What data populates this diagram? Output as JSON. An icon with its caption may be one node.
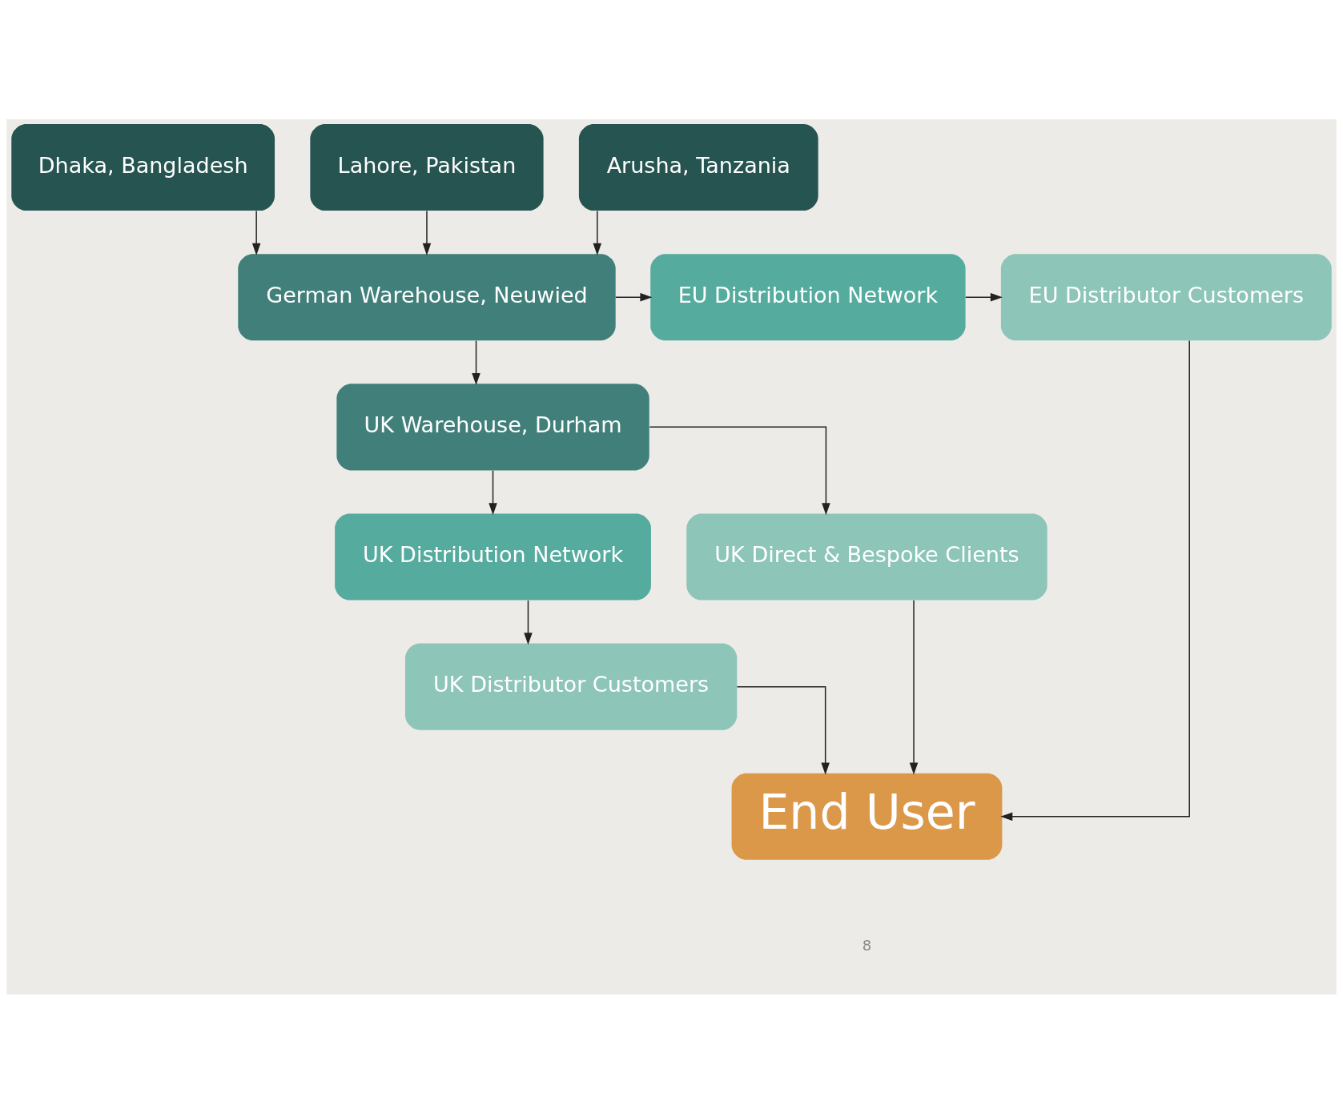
{
  "diagram": {
    "nodes": [
      {
        "text": [
          "Dhaka, Bangladesh"
        ]
      },
      {
        "text": [
          "Lahore, Pakistan"
        ]
      },
      {
        "text": [
          "Arusha, Tanzania"
        ]
      },
      {
        "text": [
          "German Warehouse, Neuwied"
        ]
      },
      {
        "text": [
          "EU Distribution Network"
        ]
      },
      {
        "text": [
          "EU Distributor Customers"
        ]
      },
      {
        "text": [
          "UK Warehouse, Durham"
        ]
      },
      {
        "text": [
          "UK Distribution Network"
        ]
      },
      {
        "text": [
          "UK Direct & Bespoke Clients"
        ]
      },
      {
        "text": [
          "UK Distributor Customers"
        ]
      },
      {
        "text": [
          "End User"
        ]
      }
    ],
    "edges": [
      {
        "from": 0,
        "to": 3,
        "arrow": "to"
      },
      {
        "from": 1,
        "to": 3,
        "arrow": "to"
      },
      {
        "from": 2,
        "to": 3,
        "arrow": "to"
      },
      {
        "from": 3,
        "to": 4,
        "arrow": "to"
      },
      {
        "from": 4,
        "to": 5,
        "arrow": "to"
      },
      {
        "from": 3,
        "to": 6,
        "arrow": "to"
      },
      {
        "from": 6,
        "to": 7,
        "arrow": "to"
      },
      {
        "from": 6,
        "to": 8,
        "arrow": "to"
      },
      {
        "from": 7,
        "to": 9,
        "arrow": "to"
      },
      {
        "from": 5,
        "to": 10,
        "arrow": "to"
      },
      {
        "from": 8,
        "to": 10,
        "arrow": "to"
      },
      {
        "from": 9,
        "to": 10,
        "arrow": "to"
      }
    ],
    "labels": [
      "8"
    ]
  }
}
